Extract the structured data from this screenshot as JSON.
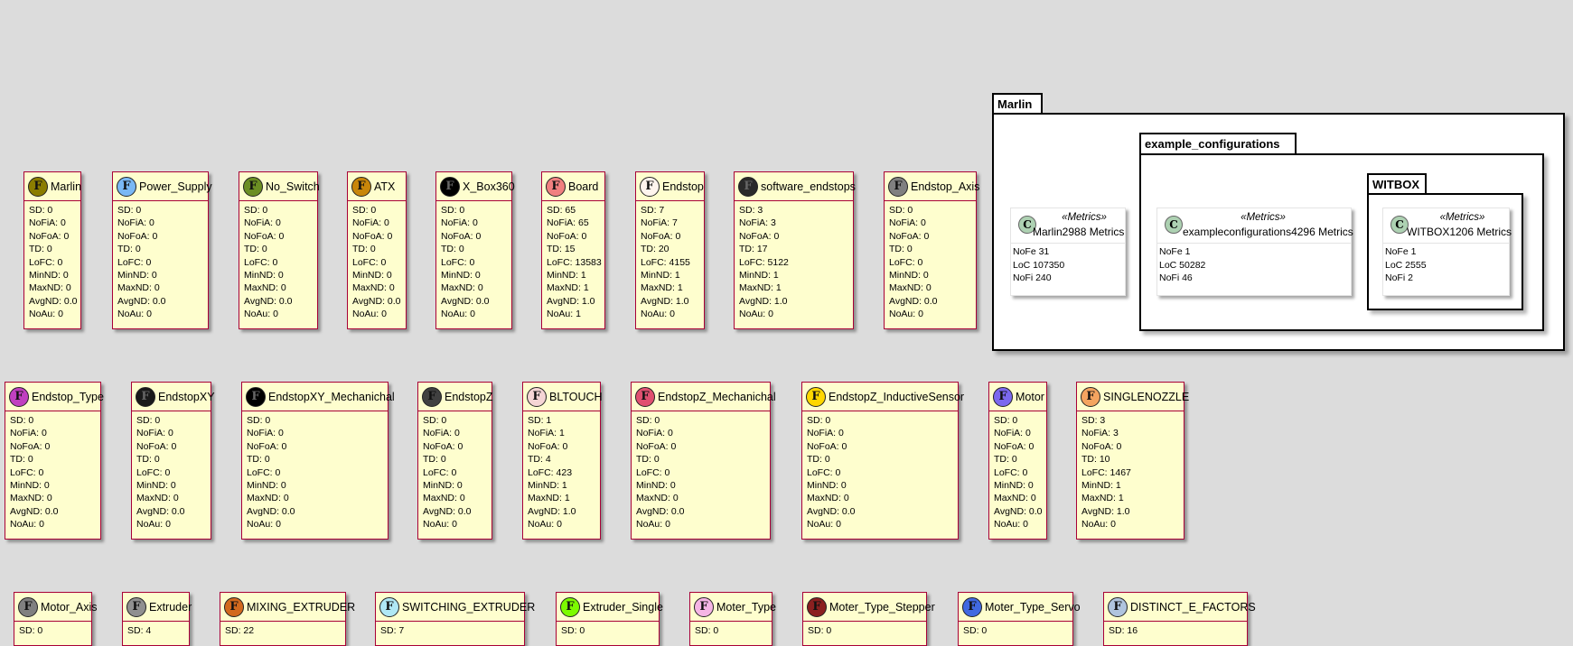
{
  "features": [
    {
      "name": "Marlin",
      "color": "#8b7d00",
      "letter": "F",
      "stats": [
        "SD: 0",
        "NoFiA: 0",
        "NoFoA: 0",
        "TD: 0",
        "LoFC: 0",
        "MinND: 0",
        "MaxND: 0",
        "AvgND: 0.0",
        "NoAu: 0"
      ]
    },
    {
      "name": "Power_Supply",
      "color": "#7ab8f5",
      "letter": "F",
      "stats": [
        "SD: 0",
        "NoFiA: 0",
        "NoFoA: 0",
        "TD: 0",
        "LoFC: 0",
        "MinND: 0",
        "MaxND: 0",
        "AvgND: 0.0",
        "NoAu: 0"
      ]
    },
    {
      "name": "No_Switch",
      "color": "#6b8e23",
      "letter": "F",
      "stats": [
        "SD: 0",
        "NoFiA: 0",
        "NoFoA: 0",
        "TD: 0",
        "LoFC: 0",
        "MinND: 0",
        "MaxND: 0",
        "AvgND: 0.0",
        "NoAu: 0"
      ]
    },
    {
      "name": "ATX",
      "color": "#c8860a",
      "letter": "F",
      "stats": [
        "SD: 0",
        "NoFiA: 0",
        "NoFoA: 0",
        "TD: 0",
        "LoFC: 0",
        "MinND: 0",
        "MaxND: 0",
        "AvgND: 0.0",
        "NoAu: 0"
      ]
    },
    {
      "name": "X_Box360",
      "color": "#000000",
      "letter": "F",
      "stats": [
        "SD: 0",
        "NoFiA: 0",
        "NoFoA: 0",
        "TD: 0",
        "LoFC: 0",
        "MinND: 0",
        "MaxND: 0",
        "AvgND: 0.0",
        "NoAu: 0"
      ]
    },
    {
      "name": "Board",
      "color": "#f08080",
      "letter": "F",
      "stats": [
        "SD: 65",
        "NoFiA: 65",
        "NoFoA: 0",
        "TD: 15",
        "LoFC: 13583",
        "MinND: 1",
        "MaxND: 1",
        "AvgND: 1.0",
        "NoAu: 1"
      ]
    },
    {
      "name": "Endstop",
      "color": "#fff5ee",
      "letter": "F",
      "stats": [
        "SD: 7",
        "NoFiA: 7",
        "NoFoA: 0",
        "TD: 20",
        "LoFC: 4155",
        "MinND: 1",
        "MaxND: 1",
        "AvgND: 1.0",
        "NoAu: 0"
      ]
    },
    {
      "name": "software_endstops",
      "color": "#2a2a2a",
      "letter": "F",
      "stats": [
        "SD: 3",
        "NoFiA: 3",
        "NoFoA: 0",
        "TD: 17",
        "LoFC: 5122",
        "MinND: 1",
        "MaxND: 1",
        "AvgND: 1.0",
        "NoAu: 0"
      ]
    },
    {
      "name": "Endstop_Axis",
      "color": "#808080",
      "letter": "F",
      "stats": [
        "SD: 0",
        "NoFiA: 0",
        "NoFoA: 0",
        "TD: 0",
        "LoFC: 0",
        "MinND: 0",
        "MaxND: 0",
        "AvgND: 0.0",
        "NoAu: 0"
      ]
    },
    {
      "name": "Endstop_Type",
      "color": "#c040c0",
      "letter": "F",
      "stats": [
        "SD: 0",
        "NoFiA: 0",
        "NoFoA: 0",
        "TD: 0",
        "LoFC: 0",
        "MinND: 0",
        "MaxND: 0",
        "AvgND: 0.0",
        "NoAu: 0"
      ]
    },
    {
      "name": "EndstopXY",
      "color": "#1a1a1a",
      "letter": "F",
      "stats": [
        "SD: 0",
        "NoFiA: 0",
        "NoFoA: 0",
        "TD: 0",
        "LoFC: 0",
        "MinND: 0",
        "MaxND: 0",
        "AvgND: 0.0",
        "NoAu: 0"
      ]
    },
    {
      "name": "EndstopXY_Mechanichal",
      "color": "#000000",
      "letter": "F",
      "stats": [
        "SD: 0",
        "NoFiA: 0",
        "NoFoA: 0",
        "TD: 0",
        "LoFC: 0",
        "MinND: 0",
        "MaxND: 0",
        "AvgND: 0.0",
        "NoAu: 0"
      ]
    },
    {
      "name": "EndstopZ",
      "color": "#404040",
      "letter": "F",
      "stats": [
        "SD: 0",
        "NoFiA: 0",
        "NoFoA: 0",
        "TD: 0",
        "LoFC: 0",
        "MinND: 0",
        "MaxND: 0",
        "AvgND: 0.0",
        "NoAu: 0"
      ]
    },
    {
      "name": "BLTOUCH",
      "color": "#f5d5d5",
      "letter": "F",
      "stats": [
        "SD: 1",
        "NoFiA: 1",
        "NoFoA: 0",
        "TD: 4",
        "LoFC: 423",
        "MinND: 1",
        "MaxND: 1",
        "AvgND: 1.0",
        "NoAu: 0"
      ]
    },
    {
      "name": "EndstopZ_Mechanichal",
      "color": "#e05070",
      "letter": "F",
      "stats": [
        "SD: 0",
        "NoFiA: 0",
        "NoFoA: 0",
        "TD: 0",
        "LoFC: 0",
        "MinND: 0",
        "MaxND: 0",
        "AvgND: 0.0",
        "NoAu: 0"
      ]
    },
    {
      "name": "EndstopZ_InductiveSensor",
      "color": "#ffd700",
      "letter": "F",
      "stats": [
        "SD: 0",
        "NoFiA: 0",
        "NoFoA: 0",
        "TD: 0",
        "LoFC: 0",
        "MinND: 0",
        "MaxND: 0",
        "AvgND: 0.0",
        "NoAu: 0"
      ]
    },
    {
      "name": "Motor",
      "color": "#7b68ee",
      "letter": "F",
      "stats": [
        "SD: 0",
        "NoFiA: 0",
        "NoFoA: 0",
        "TD: 0",
        "LoFC: 0",
        "MinND: 0",
        "MaxND: 0",
        "AvgND: 0.0",
        "NoAu: 0"
      ]
    },
    {
      "name": "SINGLENOZZLE",
      "color": "#f4a460",
      "letter": "F",
      "stats": [
        "SD: 3",
        "NoFiA: 3",
        "NoFoA: 0",
        "TD: 10",
        "LoFC: 1467",
        "MinND: 1",
        "MaxND: 1",
        "AvgND: 1.0",
        "NoAu: 0"
      ]
    },
    {
      "name": "Motor_Axis",
      "color": "#808080",
      "letter": "F",
      "stats": [
        "SD: 0"
      ]
    },
    {
      "name": "Extruder",
      "color": "#909090",
      "letter": "F",
      "stats": [
        "SD: 4"
      ]
    },
    {
      "name": "MIXING_EXTRUDER",
      "color": "#d2691e",
      "letter": "F",
      "stats": [
        "SD: 22"
      ]
    },
    {
      "name": "SWITCHING_EXTRUDER",
      "color": "#b0e8f5",
      "letter": "F",
      "stats": [
        "SD: 7"
      ]
    },
    {
      "name": "Extruder_Single",
      "color": "#7cfc00",
      "letter": "F",
      "stats": [
        "SD: 0"
      ]
    },
    {
      "name": "Moter_Type",
      "color": "#f5b5e5",
      "letter": "F",
      "stats": [
        "SD: 0"
      ]
    },
    {
      "name": "Moter_Type_Stepper",
      "color": "#8b2020",
      "letter": "F",
      "stats": [
        "SD: 0"
      ]
    },
    {
      "name": "Moter_Type_Servo",
      "color": "#4169e1",
      "letter": "F",
      "stats": [
        "SD: 0"
      ]
    },
    {
      "name": "DISTINCT_E_FACTORS",
      "color": "#b0c4de",
      "letter": "F",
      "stats": [
        "SD: 16"
      ]
    }
  ],
  "packages": {
    "marlin": {
      "title": "Marlin"
    },
    "example_configurations": {
      "title": "example_configurations"
    },
    "witbox": {
      "title": "WITBOX"
    }
  },
  "metrics": [
    {
      "letter": "C",
      "stereotype": "«Metrics»",
      "name": "Marlin2988 Metrics",
      "rows": [
        "NoFe 31",
        "LoC 107350",
        "NoFi 240"
      ]
    },
    {
      "letter": "C",
      "stereotype": "«Metrics»",
      "name": "exampleconfigurations4296 Metrics",
      "rows": [
        "NoFe 1",
        "LoC 50282",
        "NoFi 46"
      ]
    },
    {
      "letter": "C",
      "stereotype": "«Metrics»",
      "name": "WITBOX1206 Metrics",
      "rows": [
        "NoFe 1",
        "LoC 2555",
        "NoFi 2"
      ]
    }
  ]
}
